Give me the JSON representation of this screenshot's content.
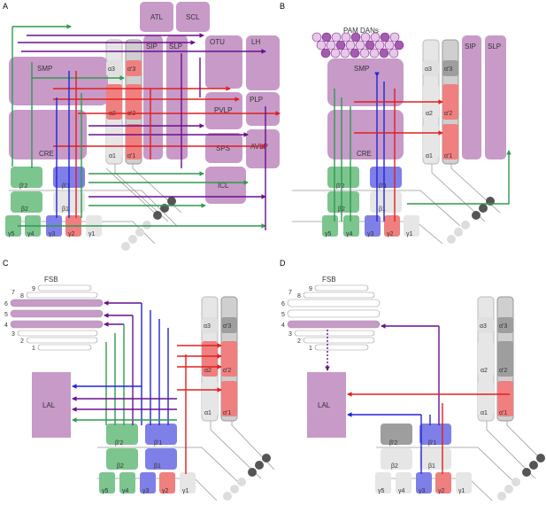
{
  "panels": {
    "a": "A",
    "b": "B",
    "c": "C",
    "d": "D"
  },
  "panelA": {
    "regions": [
      "ATL",
      "SCL",
      "SIP",
      "SLP",
      "OTU",
      "LH",
      "SMP",
      "PLP",
      "PVLP",
      "SPS",
      "AVLP",
      "CRE",
      "ICL"
    ],
    "compartments": {
      "a3": "α3",
      "ap3": "α'3",
      "a2": "α2",
      "ap2": "α'2",
      "a1": "α1",
      "ap1": "α'1",
      "bp2": "β'2",
      "bp1": "β'1",
      "b2": "β2",
      "b1": "β1",
      "g5": "γ5",
      "g4": "γ4",
      "g3": "γ3",
      "g2": "γ2",
      "g1": "γ1"
    }
  },
  "panelB": {
    "title": "PAM DANs",
    "regions": [
      "SIP",
      "SLP",
      "SMP",
      "CRE"
    ],
    "compartments": {
      "a3": "α3",
      "ap3": "α'3",
      "a2": "α2",
      "ap2": "α'2",
      "a1": "α1",
      "ap1": "α'1",
      "bp2": "β'2",
      "bp1": "β'1",
      "b2": "β2",
      "b1": "β1",
      "g5": "γ5",
      "g4": "γ4",
      "g3": "γ3",
      "g2": "γ2",
      "g1": "γ1"
    }
  },
  "panelC": {
    "fsb": "FSB",
    "layers": [
      "9",
      "8",
      "7",
      "6",
      "5",
      "4",
      "3",
      "2",
      "1"
    ],
    "lal": "LAL",
    "compartments": {
      "a3": "α3",
      "ap3": "α'3",
      "a2": "α2",
      "ap2": "α'2",
      "a1": "α1",
      "ap1": "α'1",
      "bp2": "β'2",
      "bp1": "β'1",
      "b2": "β2",
      "b1": "β1",
      "g5": "γ5",
      "g4": "γ4",
      "g3": "γ3",
      "g2": "γ2",
      "g1": "γ1"
    }
  },
  "panelD": {
    "fsb": "FSB",
    "layers": [
      "9",
      "8",
      "7",
      "6",
      "5",
      "4",
      "3",
      "2",
      "1"
    ],
    "lal": "LAL",
    "compartments": {
      "a3": "α3",
      "ap3": "α'3",
      "a2": "α2",
      "ap2": "α'2",
      "a1": "α1",
      "ap1": "α'1",
      "bp2": "β'2",
      "bp1": "β'1",
      "b2": "β2",
      "b1": "β1",
      "g5": "γ5",
      "g4": "γ4",
      "g3": "γ3",
      "g2": "γ2",
      "g1": "γ1"
    }
  },
  "colors": {
    "region": "#c79ac8",
    "green": "#2e9a4f",
    "greenFill": "#7cc58f",
    "blue": "#2424d8",
    "blueFill": "#7f7fe8",
    "red": "#e02020",
    "redFill": "#f07f7f",
    "purple": "#6a0f8e",
    "grey": "#bdbdbd",
    "dark": "#555555"
  }
}
